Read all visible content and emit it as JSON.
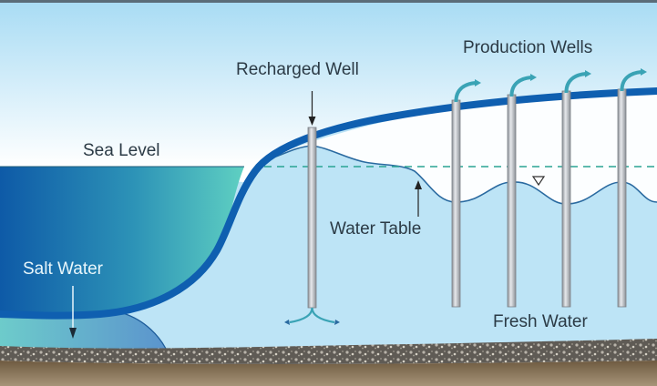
{
  "diagram": {
    "title": "Coastal aquifer with recharged well and production wells",
    "labels": {
      "sea_level": "Sea Level",
      "recharged_well": "Recharged Well",
      "production_wells": "Production Wells",
      "water_table": "Water Table",
      "salt_water": "Salt Water",
      "fresh_water": "Fresh Water"
    },
    "production_well_count": 4,
    "colors": {
      "sky_top": "#a9dcf4",
      "sky_bottom": "#ffffff",
      "sea_deep": "#0e5aa7",
      "sea_light": "#4fc0c0",
      "land_surface": "#0f5fb0",
      "fresh_water": "#bde4f6",
      "well_pipe": "#b8bcc2",
      "flow_arrow": "#3aa3b5",
      "water_table_line": "#2a6aa0",
      "sea_level_dash": "#2aa394",
      "gravel": "#6f6a62",
      "soil": "#8c7a5e"
    }
  }
}
